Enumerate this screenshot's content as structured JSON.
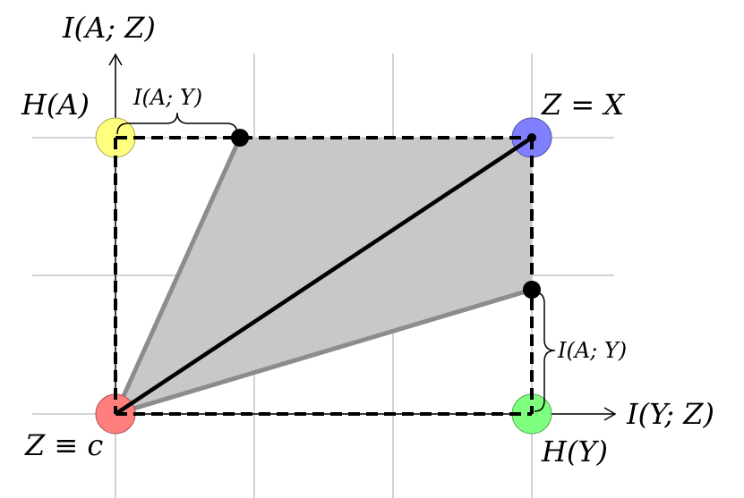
{
  "axes": {
    "y_label": "I(A; Z)",
    "x_label": "I(Y; Z)"
  },
  "points": {
    "origin": {
      "label": "Z ≡ c",
      "color": "#ff7f7f"
    },
    "ha": {
      "label": "H(A)",
      "color": "#ffff7f"
    },
    "zx": {
      "label": "Z = X",
      "color": "#7f7fff"
    },
    "hy": {
      "label": "H(Y)",
      "color": "#7fff7f"
    }
  },
  "braces": {
    "top": {
      "label": "I(A; Y)"
    },
    "right": {
      "label": "I(A; Y)"
    }
  },
  "colors": {
    "region_fill": "#c8c8c8",
    "region_edge": "#8c8c8c",
    "grid": "#bbbbbb",
    "line": "#000000"
  }
}
